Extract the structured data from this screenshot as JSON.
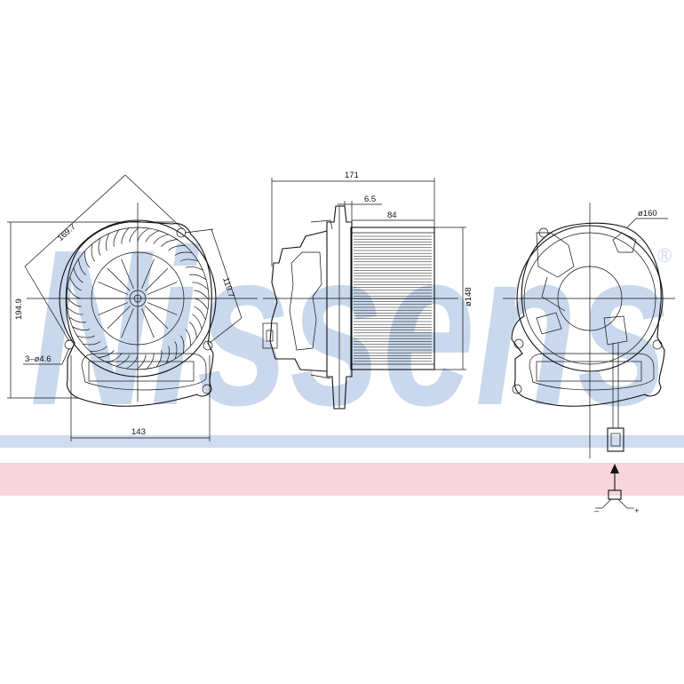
{
  "watermark": {
    "brand": "Nissens",
    "registered_mark": "®",
    "colors": {
      "text": "#c9d8ec",
      "blue_band": "#cfdcef",
      "pink_band": "#f6d6dc"
    }
  },
  "front_view": {
    "dims": {
      "diag_top": "169.7",
      "diag_right": "119.7",
      "height": "194.9",
      "holes": "3–ø4.6",
      "width": "143"
    }
  },
  "side_view": {
    "dims": {
      "overall_length": "171",
      "offset": "6.5",
      "wheel_width": "84",
      "wheel_diameter": "ø148"
    }
  },
  "rear_view": {
    "dims": {
      "diameter": "ø160"
    }
  },
  "connector": {
    "minus": "–",
    "plus": "+"
  }
}
